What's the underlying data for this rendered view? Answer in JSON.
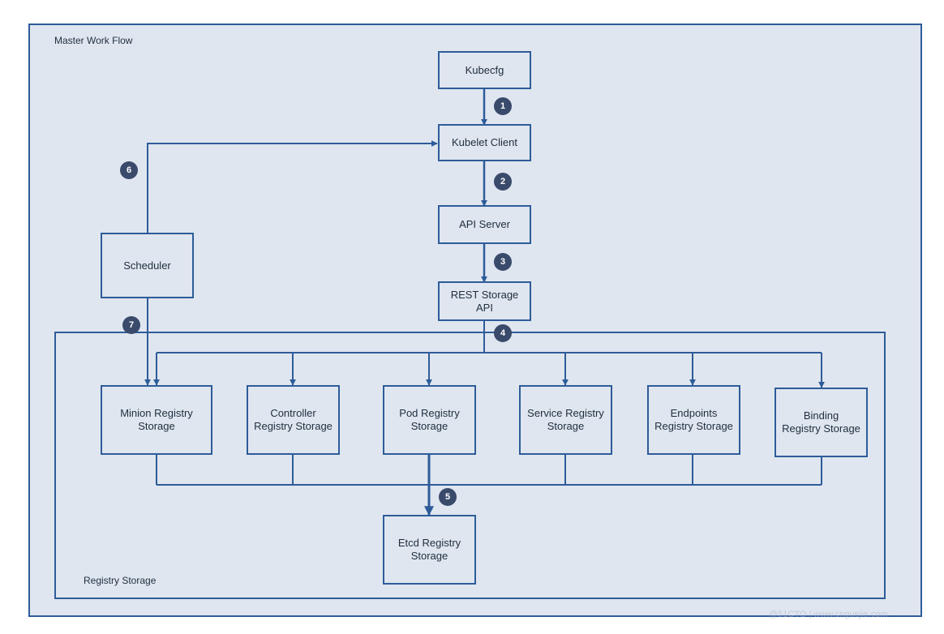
{
  "frames": {
    "master_title": "Master Work Flow",
    "registry_title": "Registry Storage"
  },
  "nodes": {
    "kubecfg": [
      "Kubecfg"
    ],
    "kubelet_client": [
      "Kubelet Client"
    ],
    "api_server": [
      "API Server"
    ],
    "rest_storage_api": [
      "REST Storage",
      "API"
    ],
    "scheduler": [
      "Scheduler"
    ],
    "minion_registry": [
      "Minion Registry",
      "Storage"
    ],
    "controller_registry": [
      "Controller",
      "Registry Storage"
    ],
    "pod_registry": [
      "Pod Registry",
      "Storage"
    ],
    "service_registry": [
      "Service Registry",
      "Storage"
    ],
    "endpoints_registry": [
      "Endpoints",
      "Registry Storage"
    ],
    "binding_registry": [
      "Binding",
      "Registry Storage"
    ],
    "etcd_registry": [
      "Etcd Registry",
      "Storage"
    ]
  },
  "steps": [
    "1",
    "2",
    "3",
    "4",
    "5",
    "6",
    "7"
  ],
  "watermark": "@51CTO | www.cnguejie.com",
  "colors": {
    "frame_fill": "#dfe6f0",
    "stroke": "#2e5c99",
    "badge": "#3a4a6b",
    "text": "#1f2d3d"
  }
}
